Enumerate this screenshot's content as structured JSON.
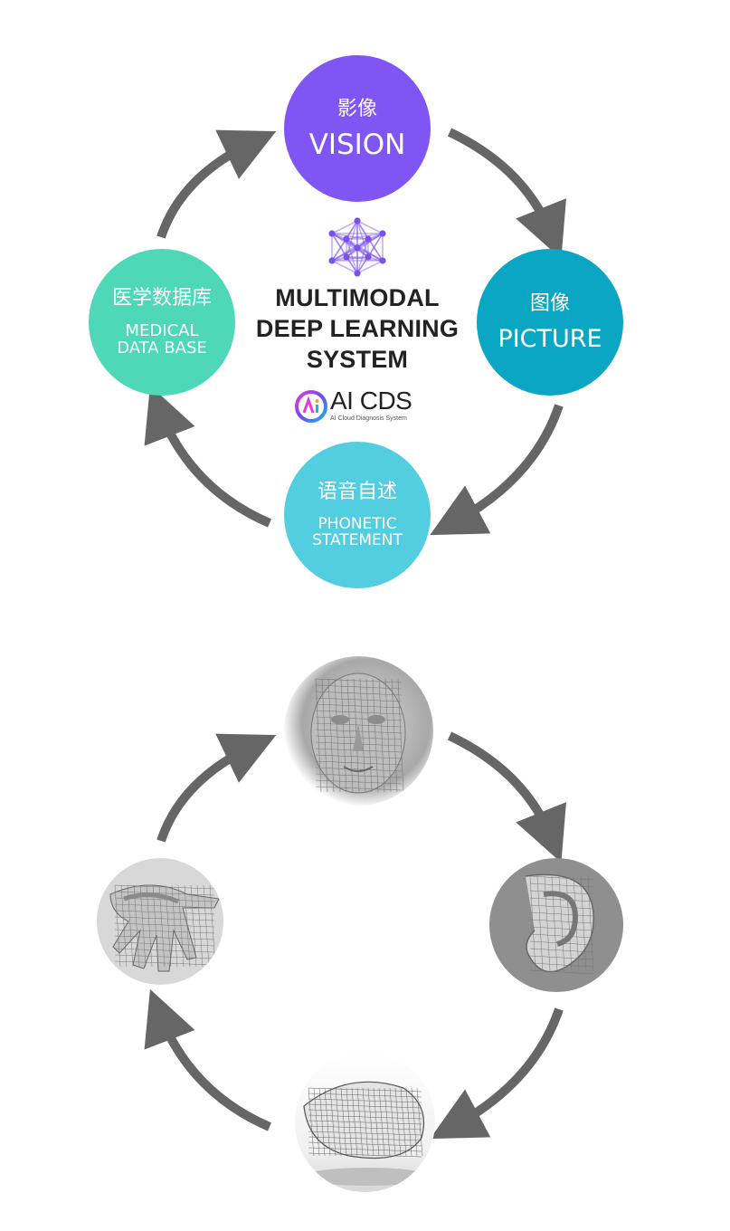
{
  "diagram": {
    "center": {
      "title_lines": [
        "MULTIMODAL",
        "DEEP LEARNING",
        "SYSTEM"
      ],
      "brand_name": "AI CDS",
      "brand_tagline": "AI Cloud Diagnosis System",
      "network_icon": "network-icon",
      "logo_icon": "ai-logo-icon"
    },
    "nodes": {
      "vision": {
        "cn": "影像",
        "en": "VISION",
        "color": "#7f56f3"
      },
      "picture": {
        "cn": "图像",
        "en": "PICTURE",
        "color": "#0aa6c4"
      },
      "phonetic": {
        "cn": "语音自述",
        "en_lines": [
          "PHONETIC",
          "STATEMENT"
        ],
        "color": "#53cde0"
      },
      "medical": {
        "cn": "医学数据库",
        "en_lines": [
          "MEDICAL",
          "DATA BASE"
        ],
        "color": "#4fd8b8"
      }
    },
    "arrow_color": "#666666",
    "network_color": "#7b52e8"
  },
  "photos": {
    "face": "face-mesh-image",
    "ear": "ear-mesh-image",
    "tongue": "tongue-mesh-image",
    "hand": "hand-mesh-image"
  }
}
